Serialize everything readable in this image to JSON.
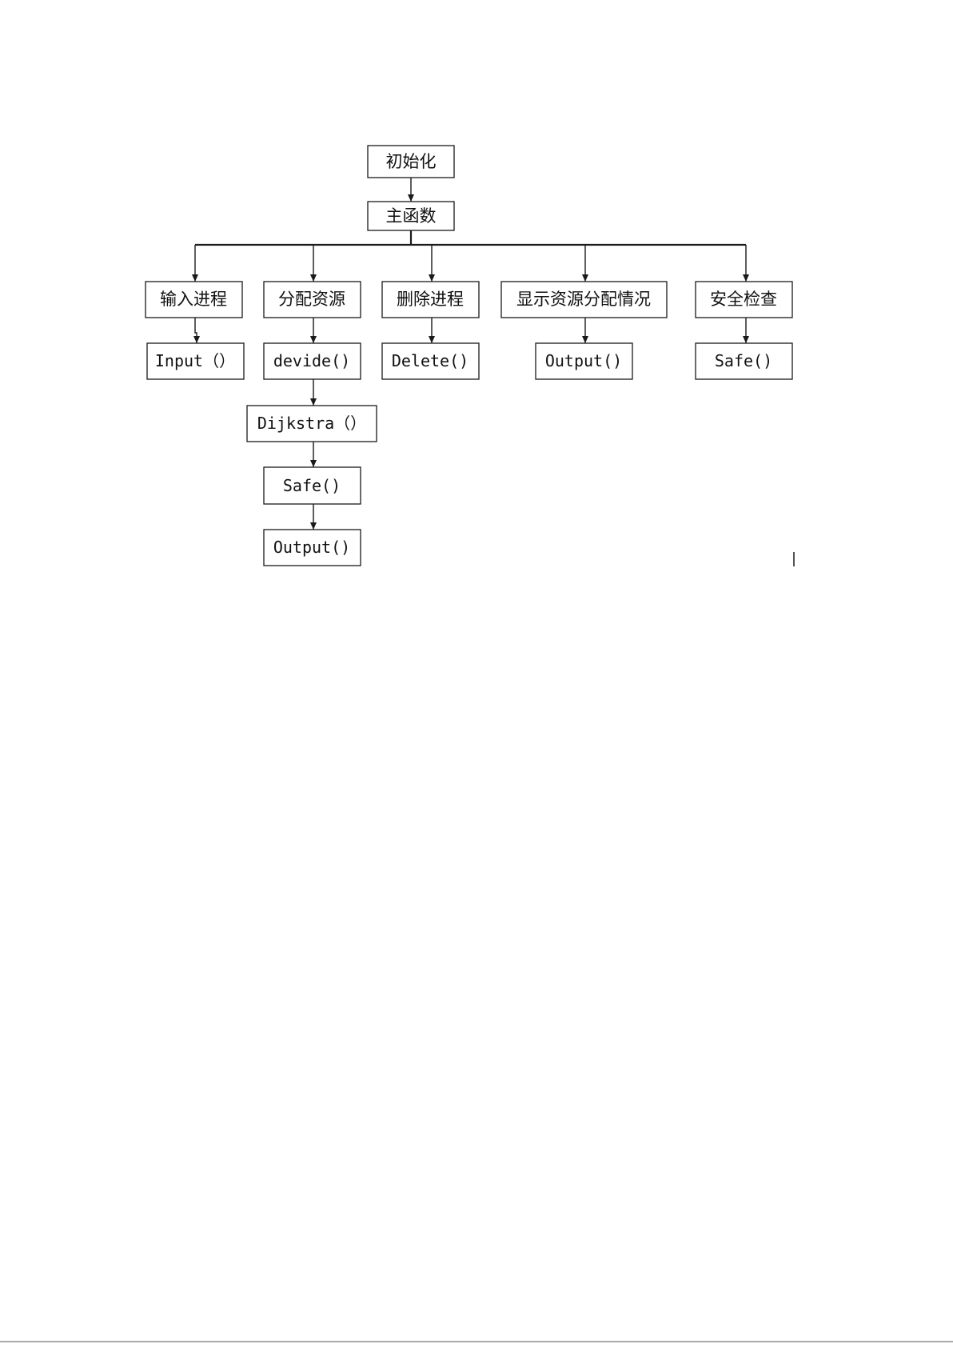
{
  "diagram": {
    "nodes": {
      "init": "初始化",
      "main": "主函数",
      "input_process": "输入进程",
      "allocate_resource": "分配资源",
      "delete_process": "删除进程",
      "show_allocation": "显示资源分配情况",
      "safety_check": "安全检查",
      "input_fn": "Input（）",
      "devide_fn": "devide()",
      "delete_fn": "Delete()",
      "output_fn": "Output()",
      "safe_fn": "Safe()",
      "dijkstra_fn": "Dijkstra（）",
      "safe_fn_2": "Safe()",
      "output_fn_2": "Output()"
    },
    "edges": [
      [
        "init",
        "main"
      ],
      [
        "main",
        "input_process"
      ],
      [
        "main",
        "allocate_resource"
      ],
      [
        "main",
        "delete_process"
      ],
      [
        "main",
        "show_allocation"
      ],
      [
        "main",
        "safety_check"
      ],
      [
        "input_process",
        "input_fn"
      ],
      [
        "allocate_resource",
        "devide_fn"
      ],
      [
        "delete_process",
        "delete_fn"
      ],
      [
        "show_allocation",
        "output_fn"
      ],
      [
        "safety_check",
        "safe_fn"
      ],
      [
        "devide_fn",
        "dijkstra_fn"
      ],
      [
        "dijkstra_fn",
        "safe_fn_2"
      ],
      [
        "safe_fn_2",
        "output_fn_2"
      ]
    ]
  }
}
